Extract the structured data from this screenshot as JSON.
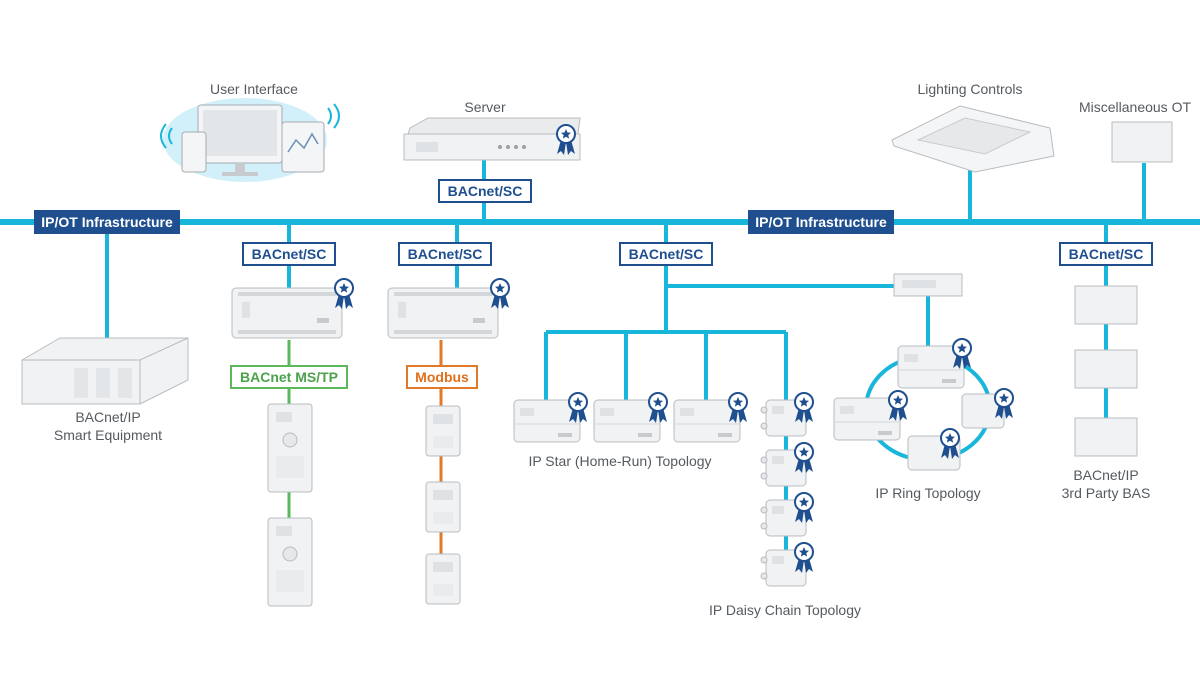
{
  "labels": {
    "user_interface": "User Interface",
    "server": "Server",
    "lighting_controls": "Lighting Controls",
    "misc_ot": "Miscellaneous OT",
    "bacnet_ip_smart_equipment": "BACnet/IP\nSmart Equipment",
    "ip_star_topology": "IP Star (Home-Run) Topology",
    "ip_daisy_chain_topology": "IP Daisy Chain Topology",
    "ip_ring_topology": "IP Ring Topology",
    "bacnet_ip_3rd_party_bas": "BACnet/IP\n3rd Party BAS"
  },
  "tags": {
    "ip_ot_infrastructure_left": "IP/OT Infrastructure",
    "ip_ot_infrastructure_right": "IP/OT Infrastructure",
    "bacnet_sc_server": "BACnet/SC",
    "bacnet_sc_controller_1": "BACnet/SC",
    "bacnet_sc_controller_2": "BACnet/SC",
    "bacnet_sc_topologies": "BACnet/SC",
    "bacnet_sc_3rd_party": "BACnet/SC",
    "bacnet_ms_tp": "BACnet MS/TP",
    "modbus": "Modbus"
  },
  "colors": {
    "backbone": "#18b6da",
    "tag_border": "#1f4f8f",
    "ms_tp_line": "#5bb85b",
    "modbus_line": "#e07a2a",
    "device_fill": "#f1f2f3",
    "device_stroke": "#b8bcc0",
    "badge": "#1f4f8f"
  }
}
